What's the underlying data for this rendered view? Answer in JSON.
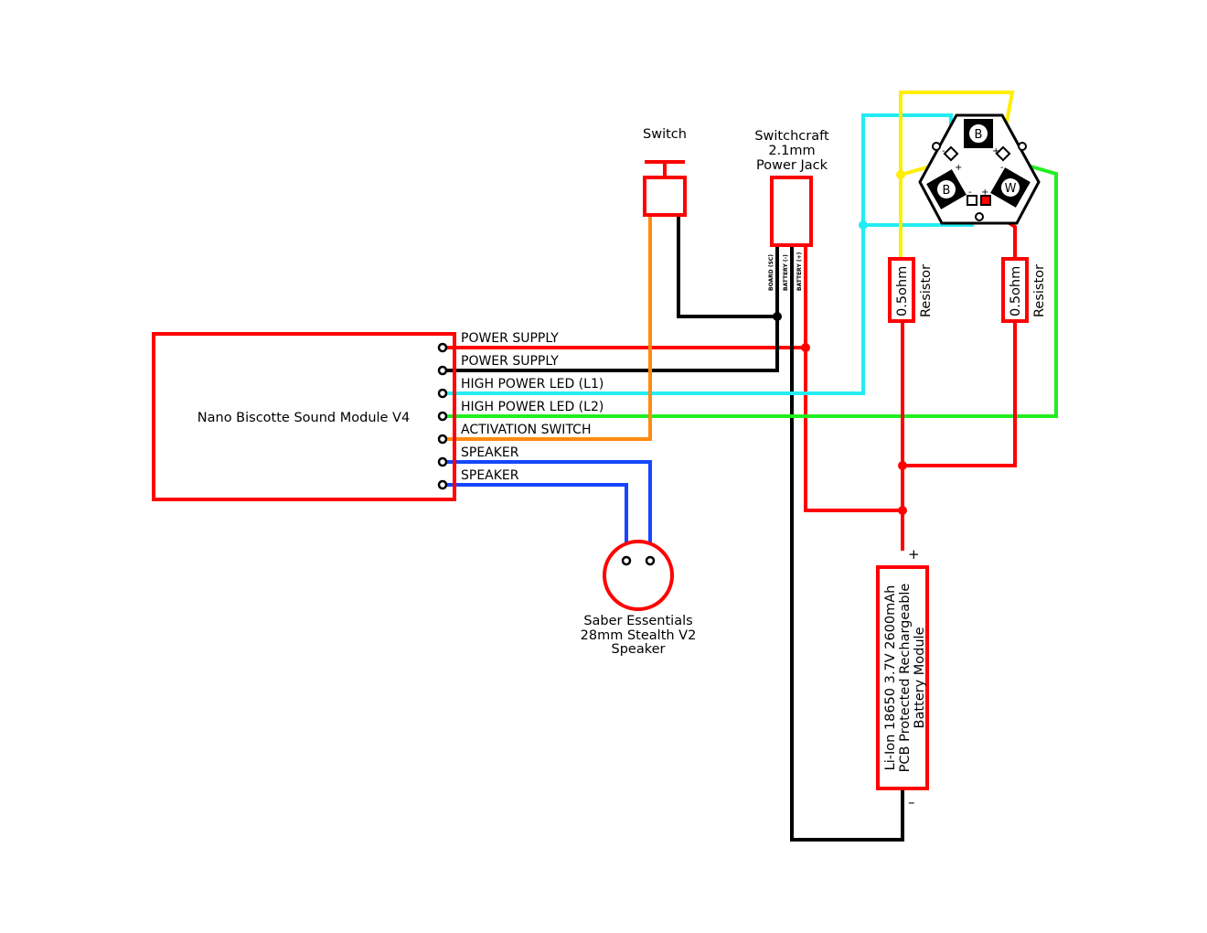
{
  "colors": {
    "red": "#ff0000",
    "black": "#000000",
    "cyan": "#22ecf4",
    "green": "#22ee22",
    "orange": "#ff8a10",
    "blue": "#1446ff",
    "yellow": "#ffee00"
  },
  "module": {
    "name": "Nano  Biscotte  Sound  Module  V4",
    "pins": [
      {
        "label": "POWER  SUPPLY",
        "color": "red"
      },
      {
        "label": "POWER  SUPPLY",
        "color": "black"
      },
      {
        "label": "HIGH  POWER  LED  (L1)",
        "color": "cyan"
      },
      {
        "label": "HIGH  POWER  LED  (L2)",
        "color": "green"
      },
      {
        "label": "ACTIVATION  SWITCH",
        "color": "orange"
      },
      {
        "label": "SPEAKER",
        "color": "blue"
      },
      {
        "label": "SPEAKER",
        "color": "blue"
      }
    ]
  },
  "switch": {
    "label": "Switch"
  },
  "power_jack": {
    "label_lines": [
      "Switchcraft",
      "2.1mm",
      "Power  Jack"
    ],
    "pin_labels": [
      "BOARD  (SC)",
      "BATTERY  (-)",
      "BATTERY  (+)"
    ]
  },
  "led": {
    "die_labels": [
      "B",
      "B",
      "W"
    ],
    "pad_signs": [
      "+",
      "-",
      "+",
      "-",
      "+",
      "-"
    ]
  },
  "resistors": [
    {
      "value": "0.5ohm",
      "caption": "Resistor"
    },
    {
      "value": "0.5ohm",
      "caption": "Resistor"
    }
  ],
  "speaker": {
    "label_lines": [
      "Saber  Essentials",
      "28mm  Stealth  V2",
      "Speaker"
    ]
  },
  "battery": {
    "label_lines": [
      "Li-Ion  18650  3.7V  2600mAh",
      "PCB  Protected  Rechargeable",
      "Battery  Module"
    ],
    "plus": "+",
    "minus": "–"
  }
}
